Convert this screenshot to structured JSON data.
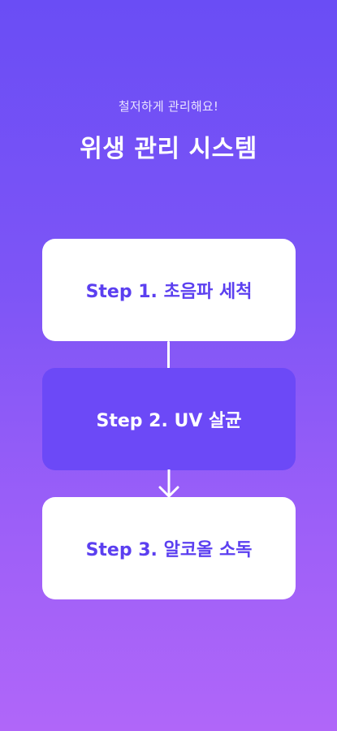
{
  "header": {
    "subtitle": "철저하게 관리해요!",
    "title": "위생 관리 시스템"
  },
  "steps": [
    {
      "label": "Step 1. 초음파 세척"
    },
    {
      "label": "Step 2. UV 살균"
    },
    {
      "label": "Step 3. 알코올 소독"
    }
  ],
  "colors": {
    "background_top": "#6a4df5",
    "background_bottom": "#b066f9",
    "accent": "#5b3ff0",
    "active_step": "#6c49f7",
    "card": "#ffffff"
  },
  "icons": {
    "connector": "line-connector",
    "arrow": "arrow-down-icon"
  }
}
